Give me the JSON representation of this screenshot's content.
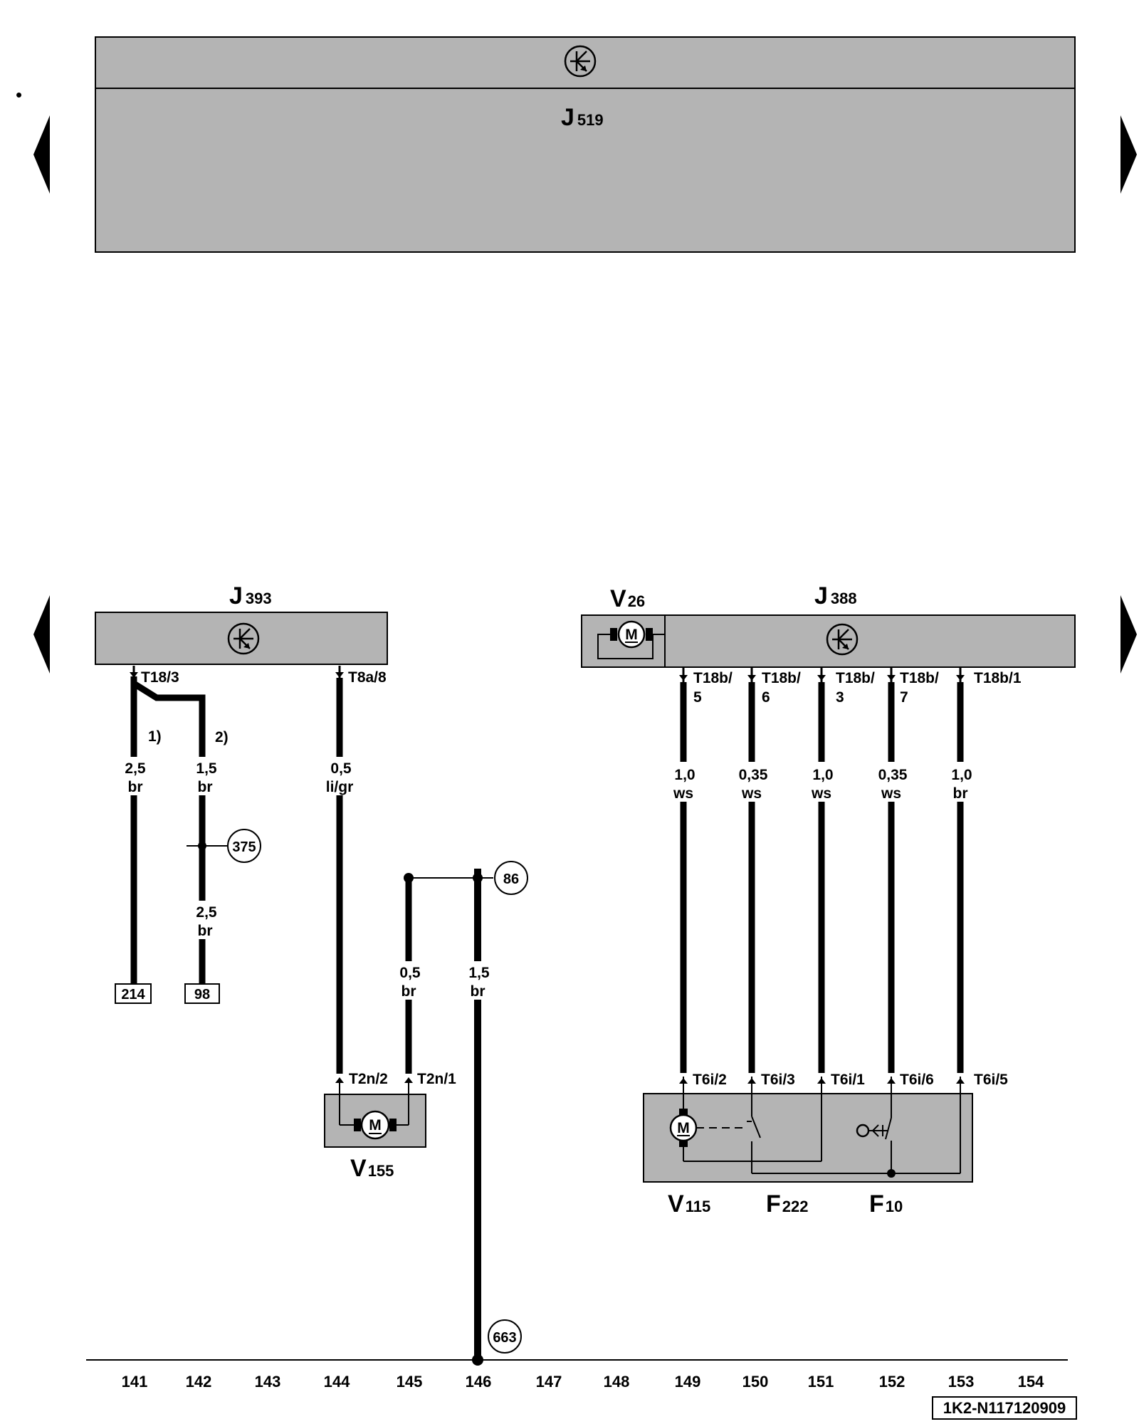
{
  "page": {
    "bullet": "•"
  },
  "navigation": {
    "previous": "previous-page-arrow",
    "next": "next-page-arrow"
  },
  "colors": {
    "component_fill": "#b4b4b4",
    "line": "#000000",
    "background": "#ffffff"
  },
  "components": {
    "j519": {
      "letter": "J",
      "number": "519",
      "icon": "control-unit-icon"
    },
    "j393": {
      "letter": "J",
      "number": "393",
      "icon": "control-unit-icon"
    },
    "j388": {
      "letter": "J",
      "number": "388",
      "icon": "control-unit-icon"
    },
    "v26": {
      "letter": "V",
      "number": "26",
      "icon": "motor-icon",
      "motor_label": "M"
    },
    "v155": {
      "letter": "V",
      "number": "155",
      "icon": "motor-icon",
      "motor_label": "M"
    },
    "v115": {
      "letter": "V",
      "number": "115",
      "icon": "motor-icon",
      "motor_label": "M"
    },
    "f222": {
      "letter": "F",
      "number": "222",
      "icon": "switch-icon"
    },
    "f10": {
      "letter": "F",
      "number": "10",
      "icon": "switch-icon"
    }
  },
  "connectors": {
    "t18_3": "T18/3",
    "t8a_8": "T8a/8",
    "t18b_5": [
      "T18b/",
      "5"
    ],
    "t18b_6": [
      "T18b/",
      "6"
    ],
    "t18b_3": [
      "T18b/",
      "3"
    ],
    "t18b_7": [
      "T18b/",
      "7"
    ],
    "t18b_1": "T18b/1",
    "t2n_2": "T2n/2",
    "t2n_1": "T2n/1",
    "t6i_2": "T6i/2",
    "t6i_3": "T6i/3",
    "t6i_1": "T6i/1",
    "t6i_6": "T6i/6",
    "t6i_5": "T6i/5"
  },
  "variants": {
    "v1": "1)",
    "v2": "2)"
  },
  "wires": {
    "w141": [
      "2,5",
      "br"
    ],
    "w142a": [
      "1,5",
      "br"
    ],
    "w142b": [
      "2,5",
      "br"
    ],
    "w144": [
      "0,5",
      "li/gr"
    ],
    "w145": [
      "0,5",
      "br"
    ],
    "w146": [
      "1,5",
      "br"
    ],
    "w149": [
      "1,0",
      "ws"
    ],
    "w150": [
      "0,35",
      "ws"
    ],
    "w151": [
      "1,0",
      "ws"
    ],
    "w152": [
      "0,35",
      "ws"
    ],
    "w153": [
      "1,0",
      "br"
    ]
  },
  "references": {
    "c375": "375",
    "c86": "86",
    "c663": "663",
    "box214": "214",
    "box98": "98"
  },
  "column_numbers": [
    "141",
    "142",
    "143",
    "144",
    "145",
    "146",
    "147",
    "148",
    "149",
    "150",
    "151",
    "152",
    "153",
    "154"
  ],
  "document_id": "1K2-N117120909"
}
